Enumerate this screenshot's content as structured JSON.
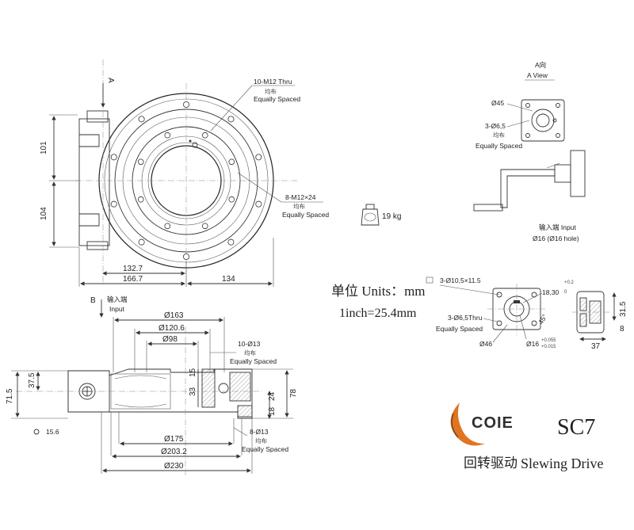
{
  "front_view": {
    "view_arrow_letter": "A",
    "thru_holes": {
      "spec": "10-M12 Thru",
      "cn": "均布",
      "en": "Equally Spaced"
    },
    "blind_holes": {
      "spec": "8-M12×24",
      "cn": "均布",
      "en": "Equally Spaced"
    },
    "dim_101": "101",
    "dim_104": "104",
    "dim_132_7": "132.7",
    "dim_166_7": "166.7",
    "dim_134": "134"
  },
  "section_view": {
    "arrow_letter": "B",
    "input_cn": "输入端",
    "input_en": "Input",
    "dia_163": "Ø163",
    "dia_120_6": "Ø120.6",
    "dia_98": "Ø98",
    "holes_top": {
      "spec": "10-Ø13",
      "cn": "均布",
      "en": "Equally Spaced"
    },
    "dim_15": "15",
    "dim_33": "33",
    "dim_24": "24",
    "dim_18": "18",
    "dim_78": "78",
    "dim_71_5": "71.5",
    "dim_37_5": "37.5",
    "dim_15_6": "15.6",
    "dia_175": "Ø175",
    "dia_203_2": "Ø203.2",
    "dia_230": "Ø230",
    "holes_bottom": {
      "spec": "8-Ø13",
      "cn": "均布",
      "en": "Equally Spaced"
    }
  },
  "a_view": {
    "title_cn": "A向",
    "title_en": "A View",
    "dia_45": "Ø45",
    "holes": "3-Ø6,5",
    "cn": "均布",
    "en": "Equally Spaced"
  },
  "weight": "19 kg",
  "input_note": {
    "cn": "输入端 Input",
    "shaft": "Ø16 (Ø16 hole)"
  },
  "units": {
    "line1": "单位 Units：mm",
    "line2": "1inch=25.4mm"
  },
  "detail_view": {
    "top_holes": "3-Ø10,5×11.5",
    "keyway": "18,30",
    "keyway_tol_upper": "+0.2",
    "keyway_tol_lower": "0",
    "thru_holes": "3-Ø6,5Thru",
    "en": "Equally Spaced",
    "dia_46": "Ø46",
    "dia_16": "Ø16",
    "dia_16_tol_upper": "+0.055",
    "dia_16_tol_lower": "+0.015",
    "angle_45": "45°",
    "side_31_5": "31.5",
    "side_8": "8",
    "side_37": "37"
  },
  "brand": {
    "logo_text": "COIE",
    "model": "SC7",
    "product_cn": "回转驱动",
    "product_en": "Slewing Drive"
  }
}
